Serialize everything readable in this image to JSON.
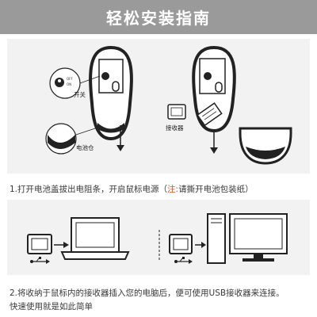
{
  "header": {
    "title": "轻松安装指南"
  },
  "step1": {
    "switch_label": "开关",
    "battery_label": "电池仓",
    "receiver_label": "接收器",
    "off_text": "OFF",
    "on_text": "ON",
    "caption_before": "1.打开电池盖拔出电阻条，开启鼠标电源（",
    "caption_note": "注:",
    "caption_after": "请撕开电池包装纸）"
  },
  "step2": {
    "caption_line1": "2.将收纳于鼠标内的接收器插入您的电脑后，便可使用USB接收器来连接。",
    "caption_line2": "快速使用就是如此简单"
  },
  "colors": {
    "header_bg": "#9a9a9a",
    "panel_bg": "#f2f2f2",
    "note": "#e24a1c"
  }
}
